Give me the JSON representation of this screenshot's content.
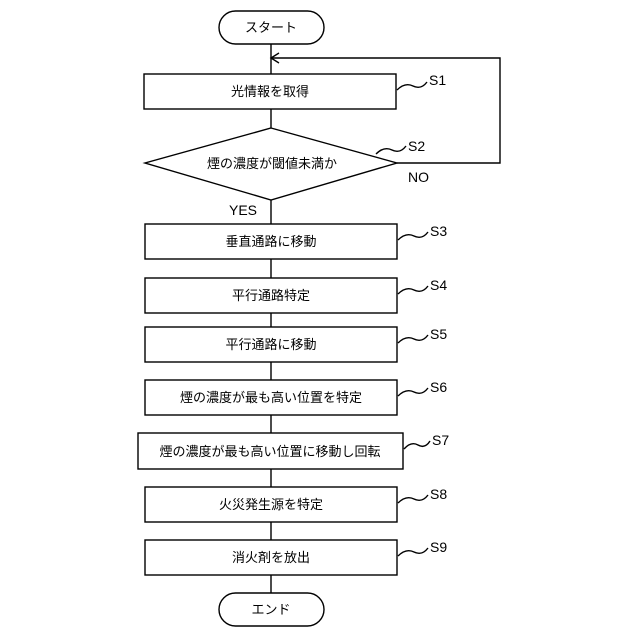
{
  "flowchart": {
    "start": "スタート",
    "end": "エンド",
    "s1": {
      "text": "光情報を取得",
      "label": "S1"
    },
    "s2": {
      "text": "煙の濃度が閾値未満か",
      "label": "S2",
      "no": "NO",
      "yes": "YES"
    },
    "s3": {
      "text": "垂直通路に移動",
      "label": "S3"
    },
    "s4": {
      "text": "平行通路特定",
      "label": "S4"
    },
    "s5": {
      "text": "平行通路に移動",
      "label": "S5"
    },
    "s6": {
      "text": "煙の濃度が最も高い位置を特定",
      "label": "S6"
    },
    "s7": {
      "text": "煙の濃度が最も高い位置に移動し回転",
      "label": "S7"
    },
    "s8": {
      "text": "火災発生源を特定",
      "label": "S8"
    },
    "s9": {
      "text": "消火剤を放出",
      "label": "S9"
    }
  }
}
